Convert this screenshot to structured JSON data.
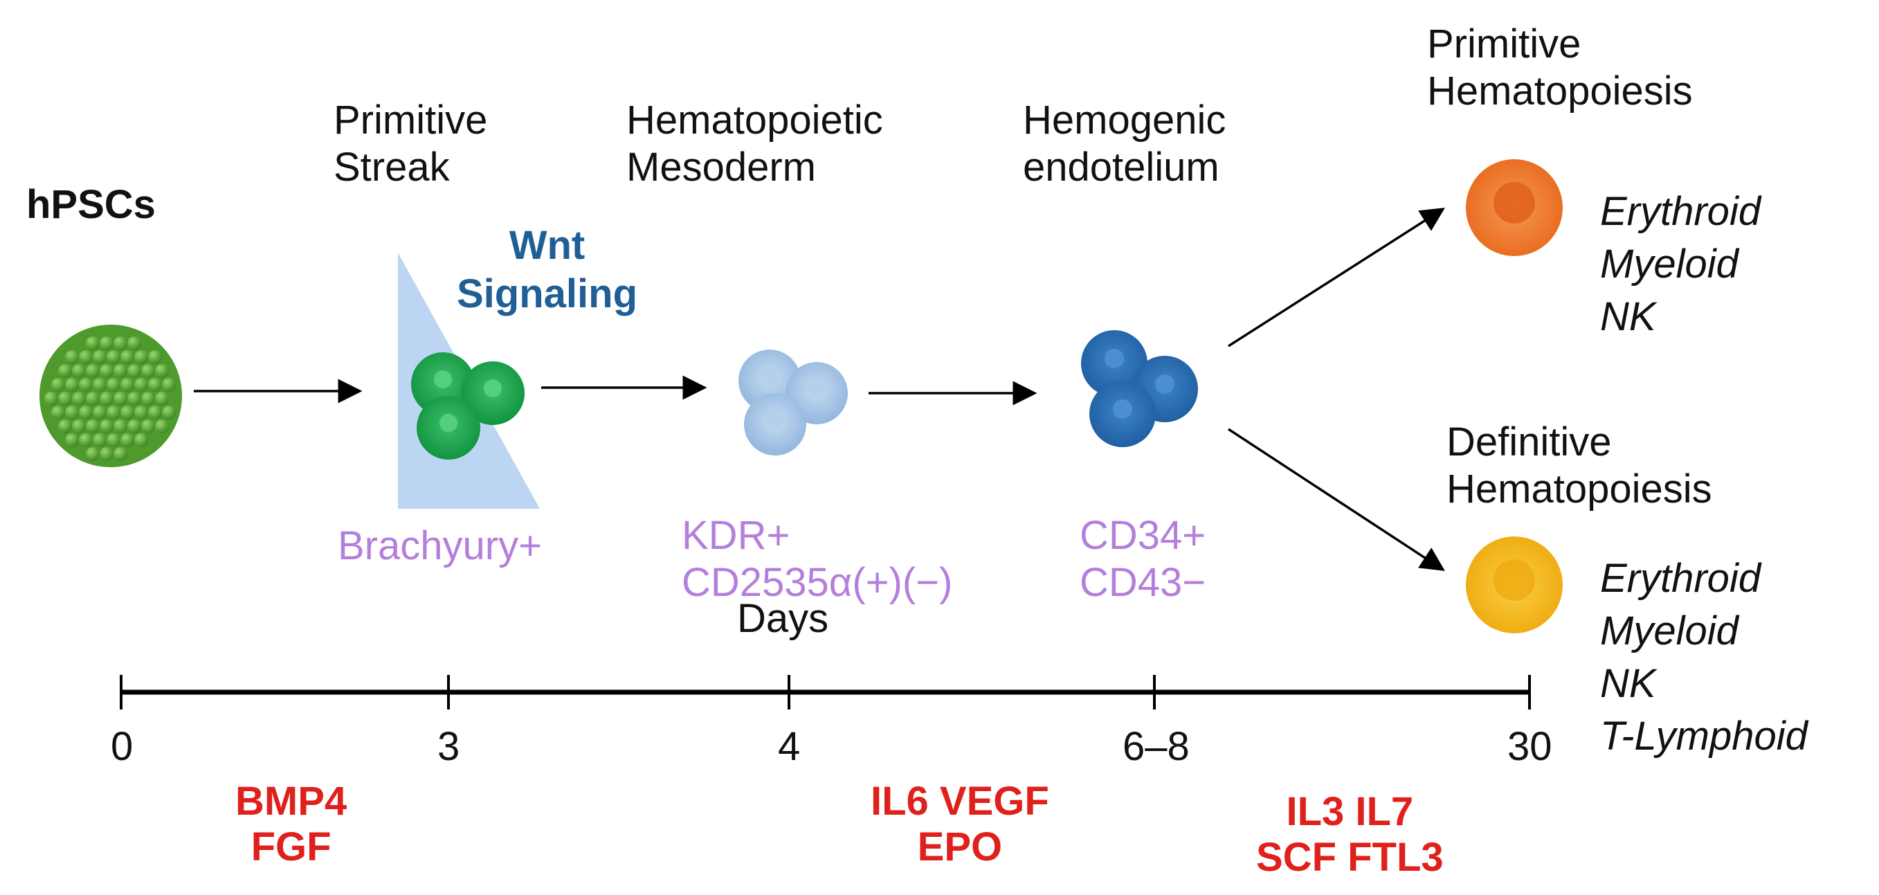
{
  "stages": {
    "hpscs": "hPSCs",
    "primitive_streak": "Primitive\nStreak",
    "hematopoietic_mesoderm": "Hematopoietic\nMesoderm",
    "hemogenic_endotelium": "Hemogenic\nendotelium",
    "primitive_hematopoiesis": "Primitive\nHematopoiesis",
    "definitive_hematopoiesis": "Definitive\nHematopoiesis"
  },
  "signal": {
    "wnt": "Wnt\nSignaling"
  },
  "markers": {
    "brachyury": "Brachyury+",
    "kdr": "KDR+\nCD2535α(+)(−)",
    "cd34": "CD34+\nCD43−"
  },
  "lineages": {
    "primitive": "Erythroid\nMyeloid\nNK",
    "definitive": "Erythroid\nMyeloid\nNK\nT-Lymphoid"
  },
  "timeline": {
    "label": "Days",
    "ticks": [
      "0",
      "3",
      "4",
      "6–8",
      "30"
    ]
  },
  "factors": {
    "f1": "BMP4\nFGF",
    "f2": "IL6 VEGF\nEPO",
    "f3": "IL3 IL7\nSCF FTL3"
  },
  "colors": {
    "hpsc_green": "#5aa832",
    "streak_green": "#15a84a",
    "mesoderm_lightblue": "#a9c7e8",
    "endothelium_blue": "#2a6fb6",
    "primitive_orange": "#ef7a2c",
    "definitive_yellow": "#f4b817",
    "marker_purple": "#b47fdc",
    "wnt_blue": "#1f5f96",
    "factor_red": "#e0201c"
  }
}
